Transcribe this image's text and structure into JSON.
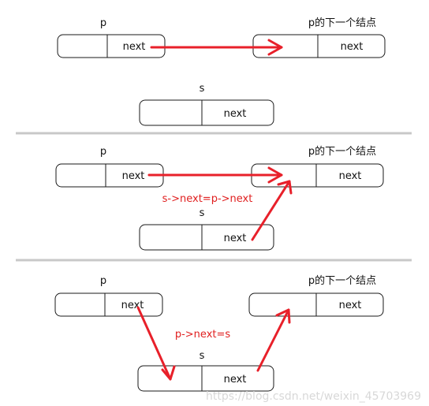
{
  "labels": {
    "p": "p",
    "s": "s",
    "next_node": "p的下一个结点",
    "field": "next"
  },
  "annotations": {
    "step2": "s->next=p->next",
    "step3": "p->next=s"
  },
  "watermark": "https://blog.csdn.net/weixin_45703969",
  "colors": {
    "arrow": "#e8202a",
    "annotation": "#e02020",
    "divider": "#c8c8c8",
    "node_border": "#1a1a1a"
  }
}
